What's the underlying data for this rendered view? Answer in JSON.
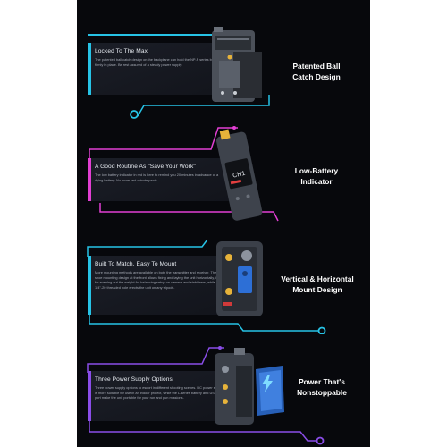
{
  "panels": [
    {
      "heading": "Locked To The Max",
      "body": "The patented ball catch design on the backplane can hold the NP-F series batteries firmly in place. Be rest assured of a steady power supply.",
      "title_line1": "Patented Ball",
      "title_line2": "Catch Design",
      "accent": "#27c3e6"
    },
    {
      "heading": "A Good Routine As \"Save Your Work\"",
      "body": "The low battery indicator in red is here to remind you 20 minutes in advance of a dying battery. No more last-minute panic.",
      "title_line1": "Low-Battery",
      "title_line2": "Indicator",
      "screen_text": "CH1",
      "accent": "#e23fd3"
    },
    {
      "heading": "Built To Match, Easy To Mount",
      "body": "More mounting methods are available on both the transmitter and receiver. The cold shoe mounting design at the front allows fixing and laying the unit horizontally, ideal for evening out the weight for balancing setup on camera and stabilizers, while the 1/4\"-20 threaded hole erects the unit on any tripods.",
      "title_line1": "Vertical & Horizontal",
      "title_line2": "Mount Design",
      "accent": "#27c3e6"
    },
    {
      "heading": "Three Power Supply Options",
      "body": "Three power supply options to escort in different shooting scenes. DC power supply is more suitable for use in an indoor project, while the L-series battery and USB-C port make the unit portable for your run and gun missions.",
      "title_line1": "Power That's",
      "title_line2": "Nonstoppable",
      "accent": "#8a4de8"
    }
  ],
  "colors": {
    "background": "#07080c",
    "cyan": "#27c3e6",
    "magenta": "#e23fd3",
    "purple": "#8a4de8",
    "device_body": "#3b4049"
  },
  "icons": {
    "battery": "battery-icon",
    "bolt": "lightning-bolt-icon"
  }
}
